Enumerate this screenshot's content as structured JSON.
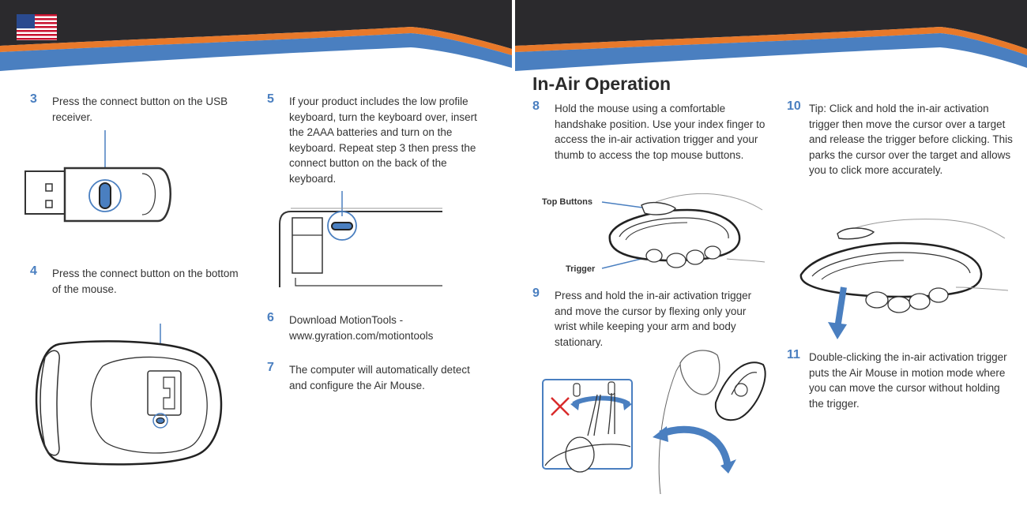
{
  "flag_icon": "us-flag-icon",
  "colors": {
    "banner_dark": "#2b2a2d",
    "banner_orange": "#e8792a",
    "banner_blue": "#4a7fc0",
    "accent": "#4a7fc0",
    "text": "#333333"
  },
  "steps": {
    "s3": {
      "number": "3",
      "text": "Press the connect button on the USB receiver."
    },
    "s4": {
      "number": "4",
      "text": "Press the connect button on the bottom of the mouse."
    },
    "s5": {
      "number": "5",
      "text": "If your product includes the low profile keyboard, turn the keyboard over, insert the 2AAA batteries and turn on the keyboard. Repeat step 3 then press the connect button on the back of the keyboard."
    },
    "s6": {
      "number": "6",
      "text": "Download MotionTools - www.gyration.com/motiontools"
    },
    "s7": {
      "number": "7",
      "text": "The computer will automatically detect and configure the Air Mouse."
    },
    "s8": {
      "number": "8",
      "text": "Hold the mouse using a comfortable handshake position. Use your index finger to access the in-air activation trigger and your thumb to access the top mouse buttons."
    },
    "s9": {
      "number": "9",
      "text": "Press and hold the in-air activation trigger and move the cursor by flexing only your wrist while keeping your arm and body stationary."
    },
    "s10": {
      "number": "10",
      "text": "Tip: Click and hold the in-air activation trigger then move the cursor over a target and release the trigger before clicking. This parks the cursor over the target and allows you to click more accurately."
    },
    "s11": {
      "number": "11",
      "text": "Double-clicking the in-air activation trigger puts the Air Mouse in motion mode where you can move the cursor without holding the trigger."
    }
  },
  "section_heading": "In-Air Operation",
  "callouts": {
    "top_buttons": "Top Buttons",
    "trigger": "Trigger"
  }
}
